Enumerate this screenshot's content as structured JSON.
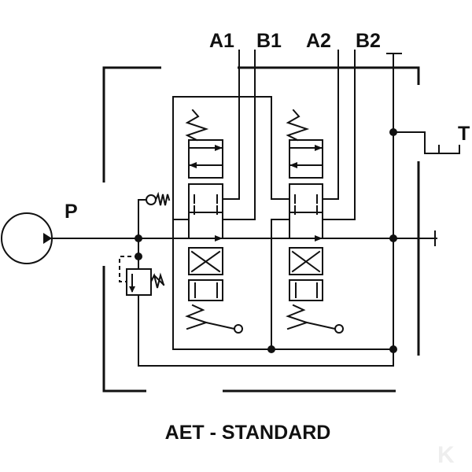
{
  "ports": {
    "a1": "A1",
    "b1": "B1",
    "a2": "A2",
    "b2": "B2",
    "t": "T",
    "p": "P"
  },
  "title": "AET - STANDARD",
  "watermark": "K"
}
